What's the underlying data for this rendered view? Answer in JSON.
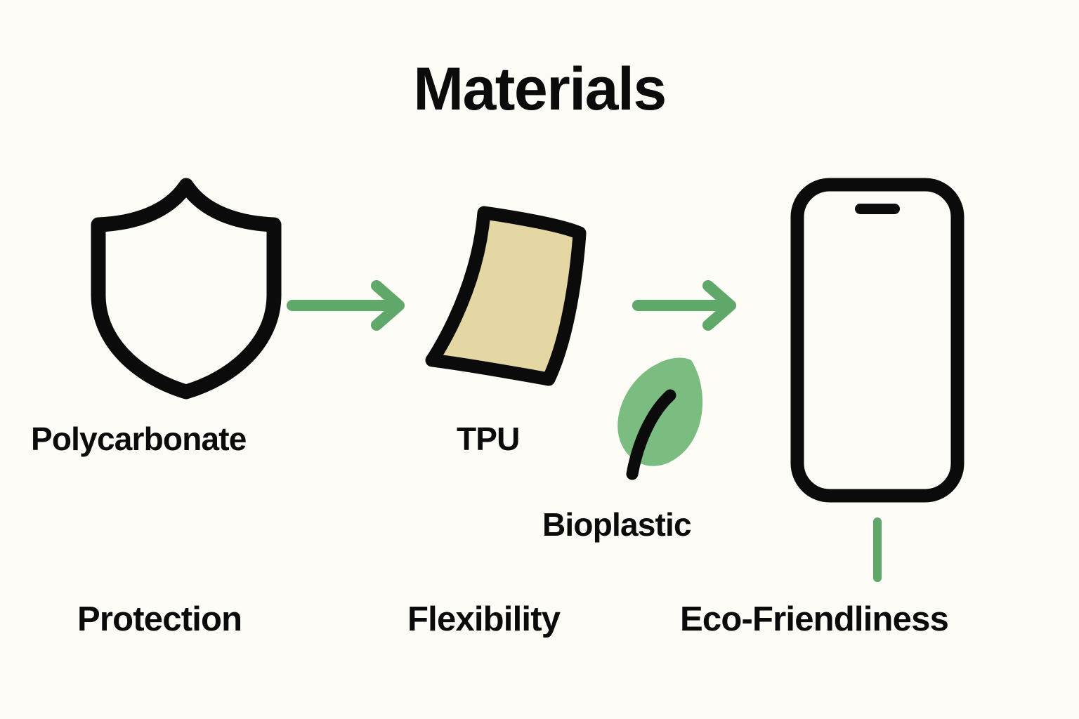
{
  "page": {
    "title": "Materials",
    "background_color": "#FDFCF7",
    "text_color": "#0B0B0B",
    "accent_green": "#5FA869",
    "leaf_green": "#7BBD80",
    "tpu_fill": "#E5D7A4"
  },
  "flow": {
    "nodes": [
      {
        "id": "polycarbonate",
        "label": "Polycarbonate",
        "icon": "shield-icon",
        "benefit": "Protection"
      },
      {
        "id": "tpu",
        "label": "TPU",
        "icon": "flexible-sheet-icon",
        "benefit": "Flexibility"
      },
      {
        "id": "bioplastic",
        "label": "Bioplastic",
        "icon": "leaf-icon",
        "benefit": "Eco-Friendliness"
      }
    ],
    "connectors": [
      {
        "id": "arrow-1",
        "icon": "arrow-right-icon",
        "from": "polycarbonate",
        "to": "tpu"
      },
      {
        "id": "arrow-2",
        "icon": "arrow-right-icon",
        "from": "tpu",
        "to": "bioplastic"
      }
    ],
    "result": {
      "id": "phone",
      "icon": "phone-icon",
      "connector_icon": "vertical-line-icon"
    }
  }
}
